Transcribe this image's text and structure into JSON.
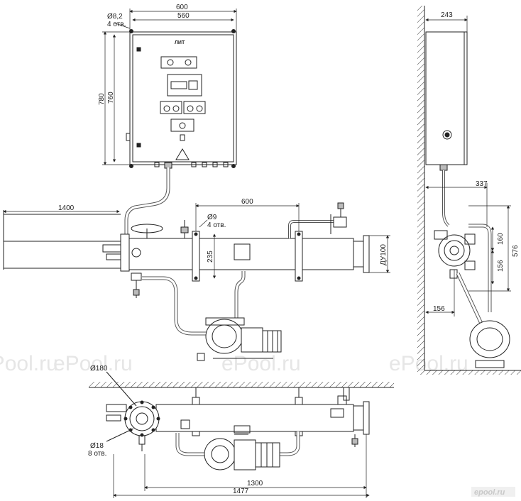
{
  "watermark": {
    "text": "ePool.ru"
  },
  "logo": {
    "text": "epool.ru"
  },
  "cabinet": {
    "brand": "ЛИТ"
  },
  "dims": {
    "cab_width_outer": "600",
    "cab_width_inner": "560",
    "mount_hole_dia": "Ø8,2",
    "mount_hole_count": "4 отв.",
    "cab_height_outer": "780",
    "cab_height_inner": "760",
    "cable_length": "1400",
    "flange_spacing": "600",
    "bracket_hole_dia": "Ø9",
    "bracket_hole_count": "4 отв.",
    "bracket_height": "235",
    "pipe_nominal": "ДУ100",
    "side_depth": "243",
    "side_offset": "337",
    "side_h1": "160",
    "side_h2": "156",
    "side_total": "576",
    "side_wall_offset": "156",
    "flange_dia": "Ø180",
    "flange_hole_dia": "Ø18",
    "flange_hole_count": "8 отв.",
    "plan_length_inner": "1300",
    "plan_length_total": "1477"
  }
}
